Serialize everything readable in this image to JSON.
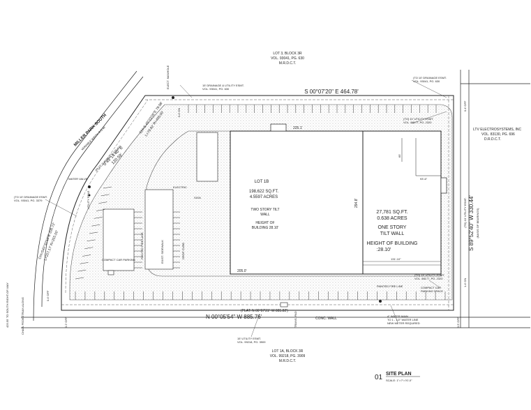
{
  "labels": {
    "lot_3r": "LOT 3, BLOCK 3R",
    "lot_3r_vol": "VOL. 93041, PG. 630",
    "lot_3r_mrdct": "M.R.D.C.T.",
    "drainage_top_right": "(TO 10' DRAINAGE ESMT.",
    "drainage_top_right_vol": "VOL. 93041, PG. 630",
    "drainage_top_mid": "15' DRAINAGE & UTILITY ESMT.",
    "drainage_top_mid_vol": "VOL. 93041, PG. 630",
    "bearing_top": "S 00°07'20\" E   464.78'",
    "utility_esmt_right": "(TO) 10' UTILITY ESMT.",
    "utility_esmt_right_vol": "VOL. 88177, PG. 2320",
    "ltv_name": "LTV ELECTROSYSTEMS, INC",
    "ltv_vol": "VOL. 83130, PG. 696",
    "ltv_drdct": "D.R.D.C.T.",
    "bearing_right": "S 89°52'40\" W  330.44'",
    "bearing_right_basis": "(BASIS OF BEARINGS)",
    "lot_1b": "LOT 1B",
    "lot_1b_sqft": "198,622 SQ.FT.",
    "lot_1b_acres": "4.5597 ACRES",
    "two_story_1": "TWO STORY TILT",
    "two_story_2": "WALL",
    "height_1": "HEIGHT OF",
    "height_2": "BUILDING 28.10'",
    "bldg_sqft": "27,781 SQ.FT.",
    "bldg_acres": "0.638  ACRES",
    "one_story_1": "ONE STORY",
    "one_story_2": "TILT WALL",
    "bldg_height_1": "HEIGHT OF BUILDING",
    "bldg_height_2": ":28.10'",
    "dim_225": "225.1'",
    "dim_205": "205.0'",
    "dim_294": "294.8'",
    "dim_131": "131'-10\"",
    "dim_65": "65'",
    "dim_93": "93'-6\"",
    "miller_park": "MILLER PARK SOUTH",
    "miller_park_row": "VARIABLE WIDTH R.O.W.",
    "curve_top": "CH=S 45°23'05\"E 79.98'",
    "curve_top_2": "L=79.92' R=455.00'",
    "plat_left": "(PLAT: S 45°05'2 \"E 120.91')",
    "bearing_left": "S 45°14'40\" E",
    "bearing_left_dist": "120.59'",
    "curve_left": "CH=S40°32'18\"E 206.72'",
    "curve_left_2": "L=207.17' R=255.00'",
    "drainage_left": "(TO 10' DRAINAGE ESMT.",
    "drainage_left_vol": "VOL. 93041, PG. 3379",
    "painted_fire_lane": "PAINTED FIRE LANE",
    "plat_bottom": "(PLAT: N 00°07'21\" W 885.82')",
    "bearing_bottom": "N 00°05'54\" W   885.76'",
    "utility_esmt_bottom": "15' UTILITY ESMT.",
    "utility_esmt_bottom_vol": "VOL. 99218, PG. 3909",
    "conc_wall": "CONC. WALL",
    "trans_pad": "TRANS. PAD",
    "lot_1a": "LOT 1A, BLOCK 3R",
    "lot_1a_vol": "VOL. 99218, PG. 3909",
    "lot_1a_mrdct": "M.R.D.C.T.",
    "water_main_1": "4\" WATER MAIN",
    "water_main_2": "TO 1 - 1/2\" WATER LINE",
    "water_main_3": "NEW METER REQUIRED",
    "fire_line": "PAINTED FIRE LINE",
    "compact_car": "COMPACT CAR",
    "parking_space": "PARKING SPACE",
    "utility_esmt_br": "(TO) 15' UTILITY ESMT.",
    "utility_esmt_br_vol": "VOL. 88177, PG. 2320",
    "offset_br": "0.5' OFF",
    "offset_bl": "0.2' OFF",
    "offset_left": "0.4' OFF",
    "offset_right": "1.4' ON",
    "offset_right_top": "0.4' OFF",
    "offset_left_top": "0.4' ON",
    "rebar_note": "425.55' TO SOUTH RIGHT-OF-WAY",
    "pedestrian_note": "CHAIN PEDESTRIAN ALONG",
    "water_valve": "WATER VALVE",
    "elect_manhole": "ELECT. MANHOLE",
    "sign": "SIGN",
    "utility_pole": "UTILITY POLE",
    "electric": "ELECTRIC",
    "compact_left": "COMPACT CAR PARKING",
    "exist_stall": "EXIST. SIDEWALK",
    "drop_curb": "DROP CURB",
    "sheet_number": "01",
    "sheet_title": "SITE PLAN",
    "sheet_scale": "SCALE: 1\"=?\"=?0'-0\""
  },
  "colors": {
    "line": "#222222",
    "stipple": "#888888",
    "background": "#ffffff"
  },
  "parking": {
    "top_row_stalls": 30,
    "bottom_row_stalls": 38,
    "left_row_stalls": 12,
    "island_stalls": 10
  }
}
